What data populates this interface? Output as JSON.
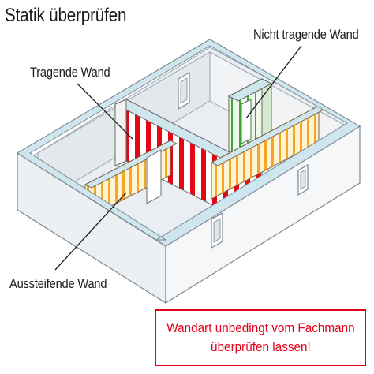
{
  "title": "Statik überprüfen",
  "labels": {
    "non_load_bearing": "Nicht tragende Wand",
    "load_bearing": "Tragende Wand",
    "bracing": "Aussteifende Wand"
  },
  "notice": {
    "line1": "Wandart unbedingt vom Fachmann",
    "line2": "überprüfen lassen!"
  },
  "colors": {
    "load_bearing": "#e30613",
    "bracing": "#f5a623",
    "non_load_bearing": "#3aaa35",
    "notice": "#e2001a",
    "outer_wall": "#eef1f4",
    "wall_top": "#cfe6ef"
  }
}
